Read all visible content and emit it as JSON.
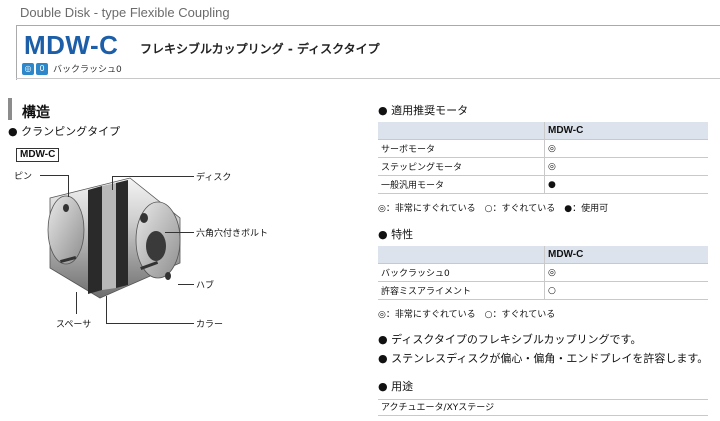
{
  "header": {
    "subtitle": "Double Disk - type Flexible Coupling",
    "model": "MDW-C",
    "title": "フレキシブルカップリング - ディスクタイプ",
    "badge_text": "バックラッシュ0",
    "badge_icons": [
      "coupling-icon",
      "zero-icon"
    ]
  },
  "structure": {
    "title": "構造",
    "subtitle": "● クランピングタイプ",
    "model_label": "MDW-C",
    "parts": {
      "pin": "ピン",
      "disk": "ディスク",
      "bolt": "六角穴付きボルト",
      "hub": "ハブ",
      "spacer": "スペーサ",
      "collar": "カラー"
    }
  },
  "motors": {
    "heading": "● 適用推奨モータ",
    "column": "MDW-C",
    "rows": [
      {
        "name": "サーボモータ",
        "mark": "◎"
      },
      {
        "name": "ステッピングモータ",
        "mark": "◎"
      },
      {
        "name": "一般汎用モータ",
        "mark": "●"
      }
    ],
    "legend": "◎：非常にすぐれている　○：すぐれている　●：使用可"
  },
  "characteristics": {
    "heading": "● 特性",
    "column": "MDW-C",
    "rows": [
      {
        "name": "バックラッシュ0",
        "mark": "◎"
      },
      {
        "name": "許容ミスアライメント",
        "mark": "○"
      }
    ],
    "legend": "◎：非常にすぐれている　○：すぐれている"
  },
  "features": [
    "● ディスクタイプのフレキシブルカップリングです。",
    "● ステンレスディスクが偏心・偏角・エンドプレイを許容します。"
  ],
  "applications": {
    "heading": "● 用途",
    "text": "アクチュエータ/XYステージ"
  }
}
